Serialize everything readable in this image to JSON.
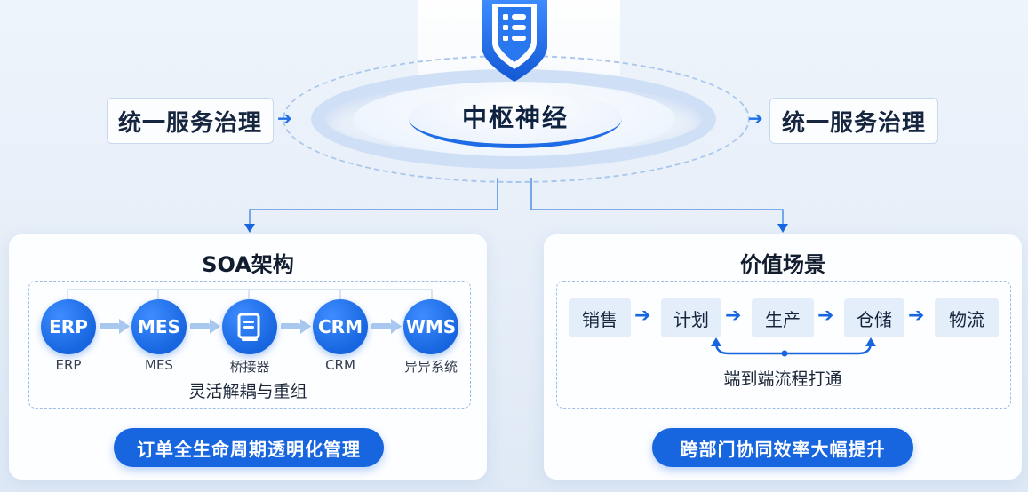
{
  "center": {
    "title": "中枢神经"
  },
  "side": {
    "left_label": "统一服务治理",
    "right_label": "统一服务治理"
  },
  "soa": {
    "title": "SOA架构",
    "nodes": [
      {
        "badge": "ERP",
        "caption": "ERP"
      },
      {
        "badge": "MES",
        "caption": "MES"
      },
      {
        "badge": "",
        "caption": "桥接器"
      },
      {
        "badge": "CRM",
        "caption": "CRM"
      },
      {
        "badge": "WMS",
        "caption": "异异系统"
      }
    ],
    "note": "灵活解耦与重组",
    "pill": "订单全生命周期透明化管理"
  },
  "value": {
    "title": "价值场景",
    "steps": [
      "销售",
      "计划",
      "生产",
      "仓储",
      "物流"
    ],
    "note": "端到端流程打通",
    "pill": "跨部门协同效率大幅提升"
  },
  "colors": {
    "primary": "#1766e0",
    "light": "#e4eefb",
    "dash": "#9cbce4"
  },
  "icons": {
    "center": "shield-list-icon",
    "bridge": "document-bridge-icon"
  }
}
